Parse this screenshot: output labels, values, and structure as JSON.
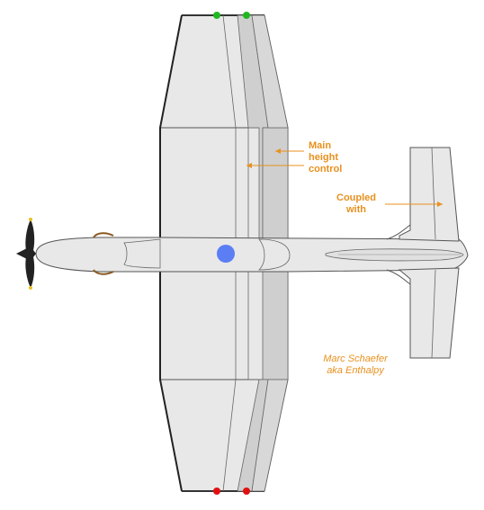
{
  "annotations": {
    "main_height_control": [
      "Main",
      "height",
      "control"
    ],
    "coupled_with": [
      "Coupled",
      "with"
    ]
  },
  "credit": [
    "Marc Schaefer",
    "aka Enthalpy"
  ],
  "colors": {
    "annotation": "#e8911e",
    "airframe_fill": "#e8e8e8",
    "control_surface_fill": "#cfcfcf",
    "outline": "#555555",
    "center_of_gravity": "#5b7ef5",
    "left_wingtip_light": "#1fb81f",
    "right_wingtip_light": "#e01010",
    "propeller": "#222222",
    "propeller_tip": "#e8c020"
  }
}
